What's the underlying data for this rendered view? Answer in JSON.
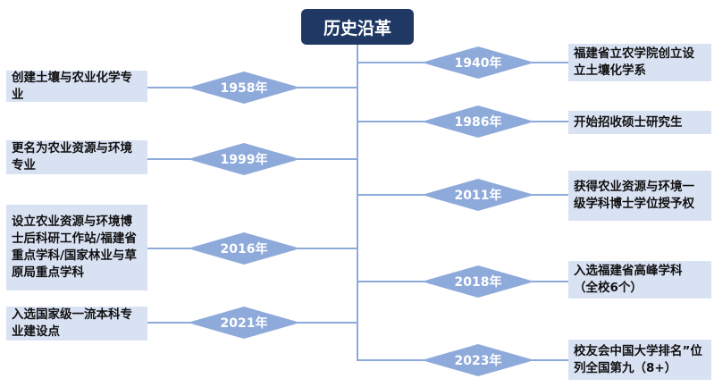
{
  "title": "历史沿革",
  "colors": {
    "title_bg": "#1f3864",
    "diamond": "#8eaadb",
    "box": "#d9e2f3",
    "line": "#8eaadb"
  },
  "left": [
    {
      "year": "1958年",
      "text": "创建土壤与农业化学专业"
    },
    {
      "year": "1999年",
      "text": "更名为农业资源与环境专业"
    },
    {
      "year": "2016年",
      "text": "设立农业资源与环境博士后科研工作站/福建省重点学科/国家林业与草原局重点学科"
    },
    {
      "year": "2021年",
      "text": "入选国家级一流本科专业建设点"
    }
  ],
  "right": [
    {
      "year": "1940年",
      "text": "福建省立农学院创立设立土壤化学系"
    },
    {
      "year": "1986年",
      "text": "开始招收硕士研究生"
    },
    {
      "year": "2011年",
      "text": "获得农业资源与环境一级学科博士学位授予权"
    },
    {
      "year": "2018年",
      "text": "入选福建省高峰学科（全校6个）"
    },
    {
      "year": "2023年",
      "text": "校友会中国大学排名”位列全国第九（8+）"
    }
  ]
}
